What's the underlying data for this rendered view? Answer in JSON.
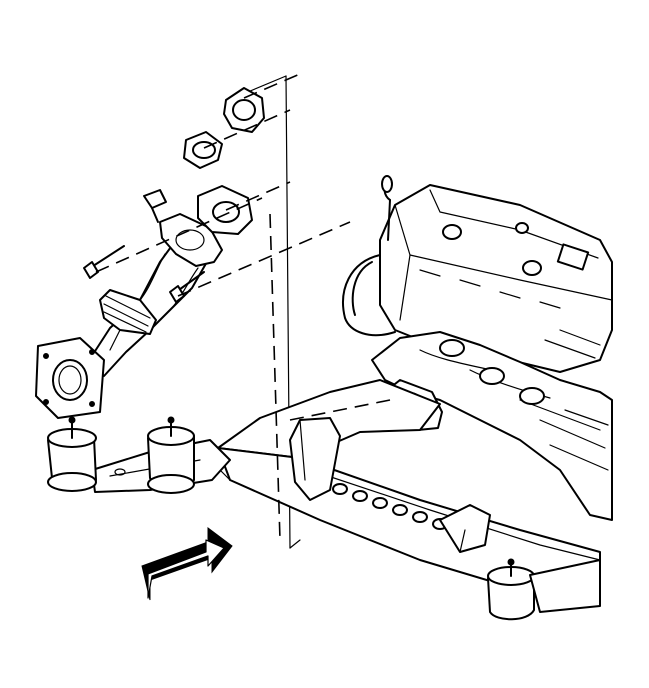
{
  "diagram": {
    "parts": [
      "exhaust-manifold-gasket",
      "exhaust-manifold-flange",
      "catalytic-converter-pipe",
      "pipe-inlet-flange",
      "flange-bolts",
      "exhaust-manifold",
      "engine-block",
      "front-crossmember",
      "engine-mounts",
      "direction-arrow"
    ],
    "colors": {
      "line": "#000000",
      "background": "#ffffff",
      "arrow_fill": "#000000"
    },
    "icons": {
      "direction_arrow": "forward-arrow-icon"
    }
  }
}
